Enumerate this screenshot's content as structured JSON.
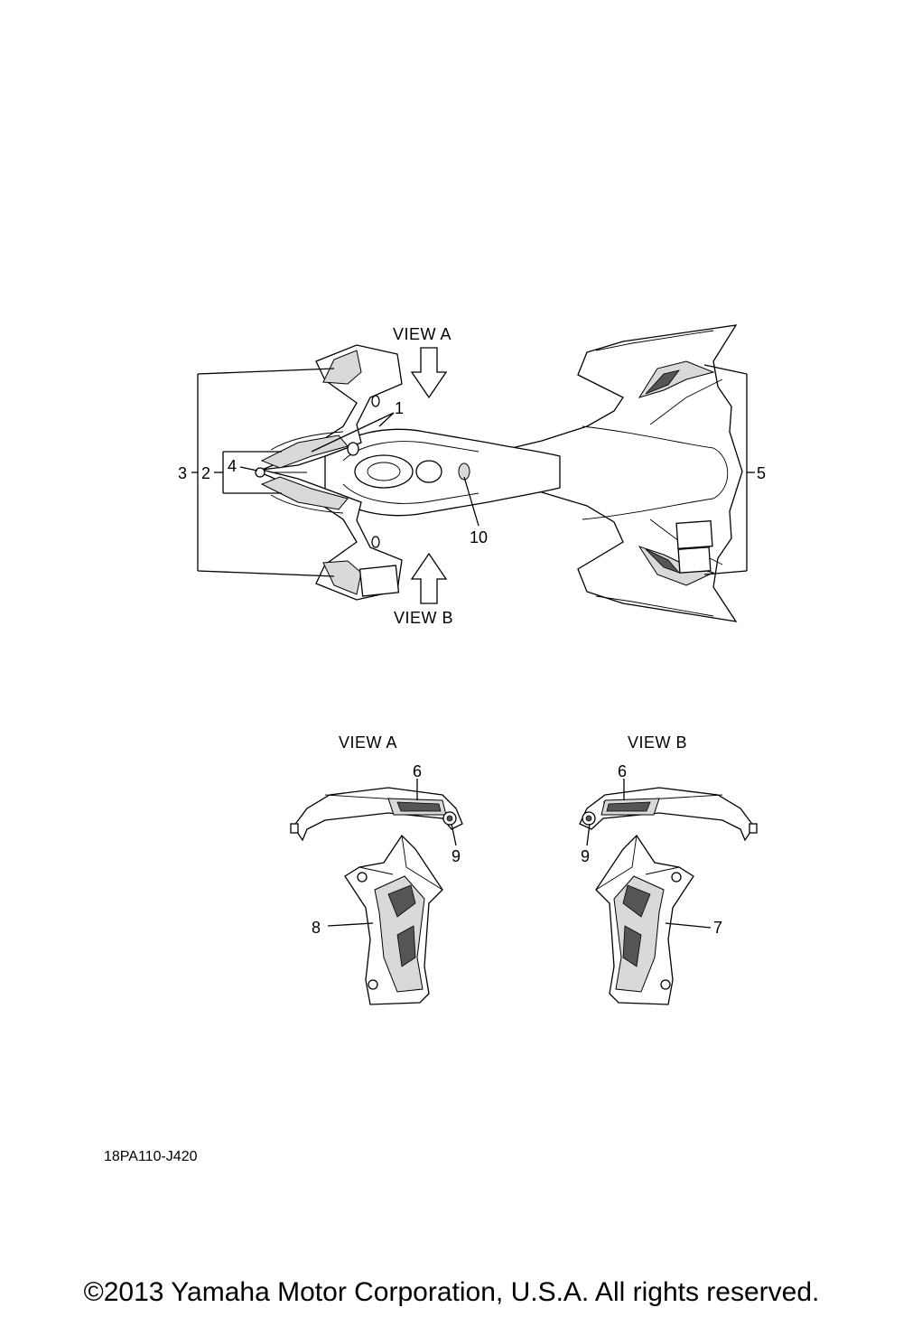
{
  "views": {
    "view_a_main": "VIEW A",
    "view_b_main": "VIEW B",
    "view_a_detail": "VIEW A",
    "view_b_detail": "VIEW B"
  },
  "callouts": {
    "c1": "1",
    "c2": "2",
    "c3": "3",
    "c4": "4",
    "c5": "5",
    "c6a": "6",
    "c6b": "6",
    "c7": "7",
    "c8": "8",
    "c9a": "9",
    "c9b": "9",
    "c10": "10"
  },
  "diagram_code": "18PA110-J420",
  "copyright": "©2013 Yamaha Motor Corporation, U.S.A. All rights reserved."
}
